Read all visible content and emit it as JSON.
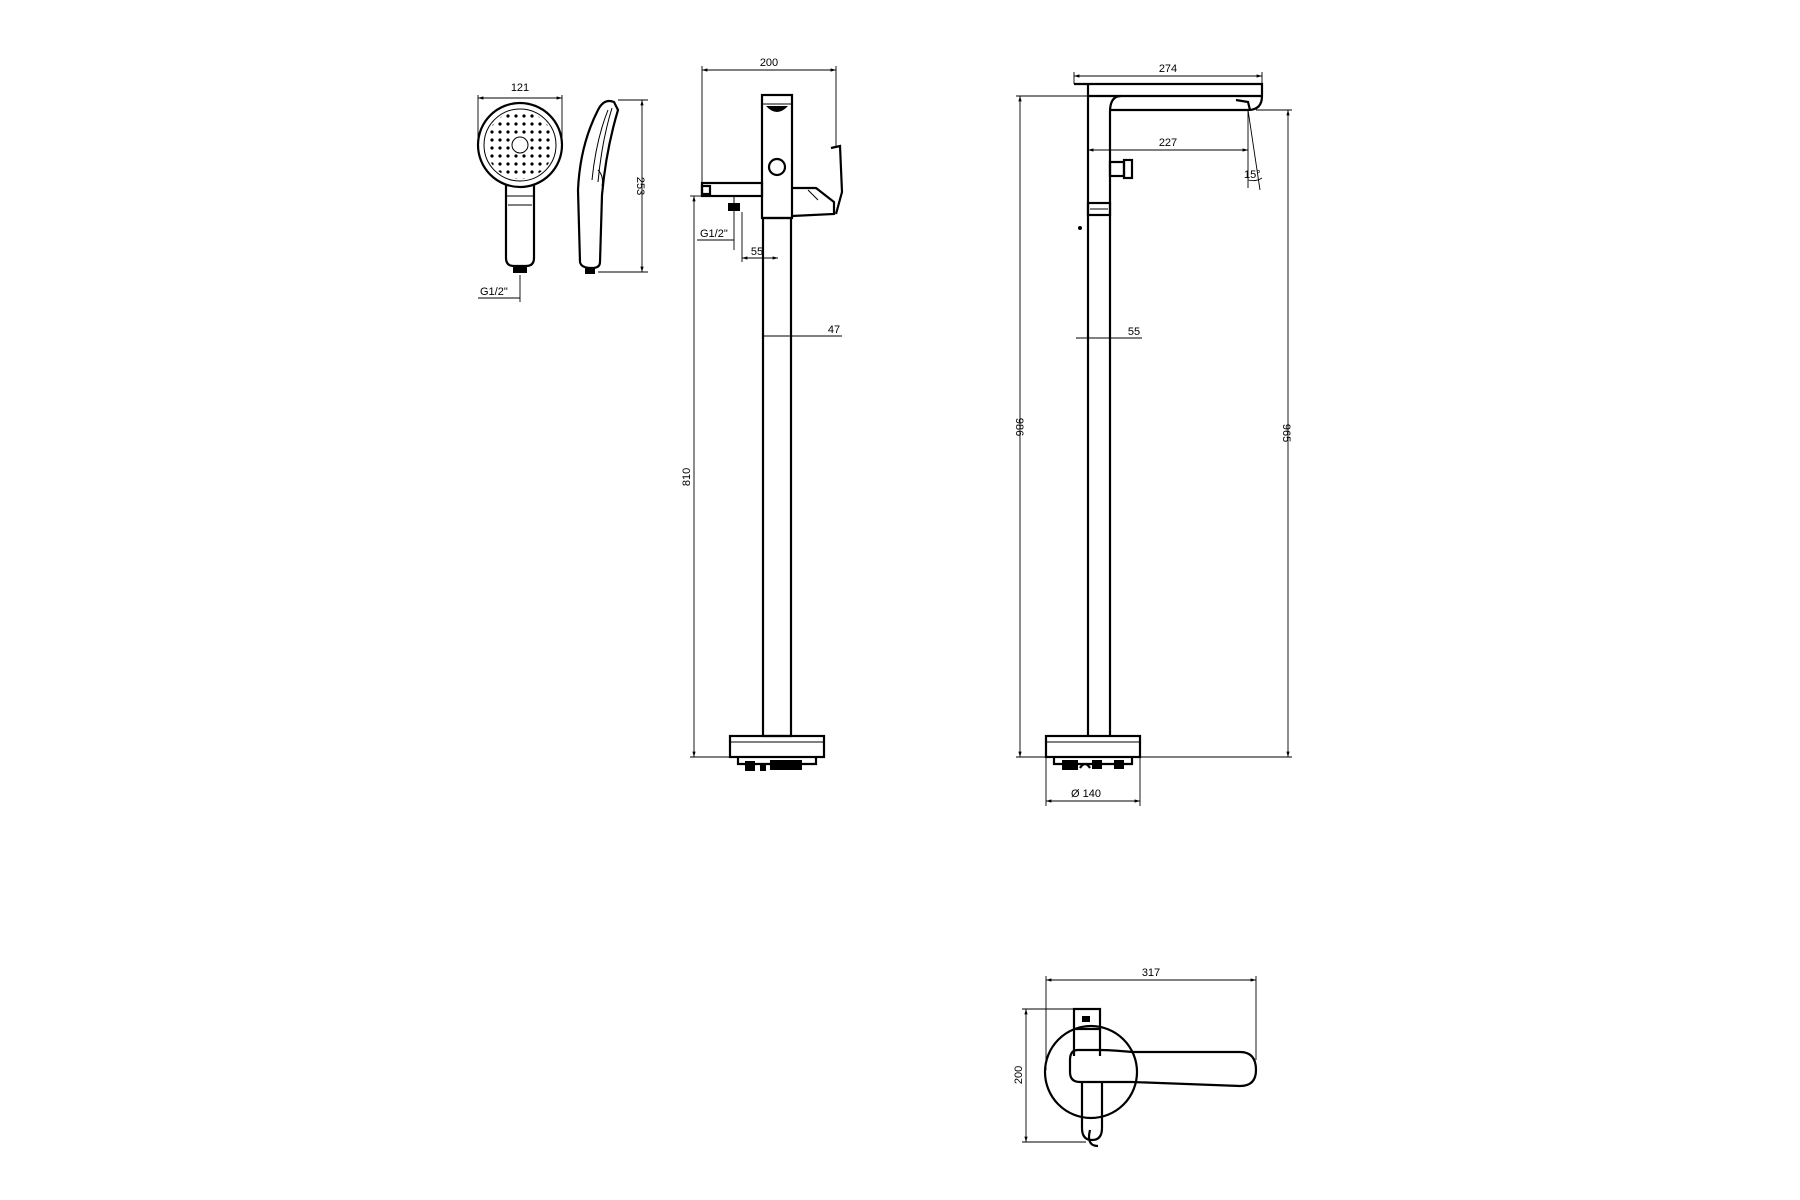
{
  "dimensions": {
    "hs_width": "121",
    "hs_height": "253",
    "hs_thread": "G1/2\"",
    "front_width": "200",
    "front_thread": "G1/2\"",
    "front_offset": "55",
    "front_riser": "47",
    "front_height": "810",
    "side_reach": "274",
    "side_spout": "227",
    "side_angle": "15°",
    "side_riser": "55",
    "side_total": "986",
    "side_outlet": "965",
    "side_base": "Ø 140",
    "top_length": "317",
    "top_depth": "200"
  },
  "colors": {
    "line": "#000000",
    "background": "#ffffff"
  }
}
